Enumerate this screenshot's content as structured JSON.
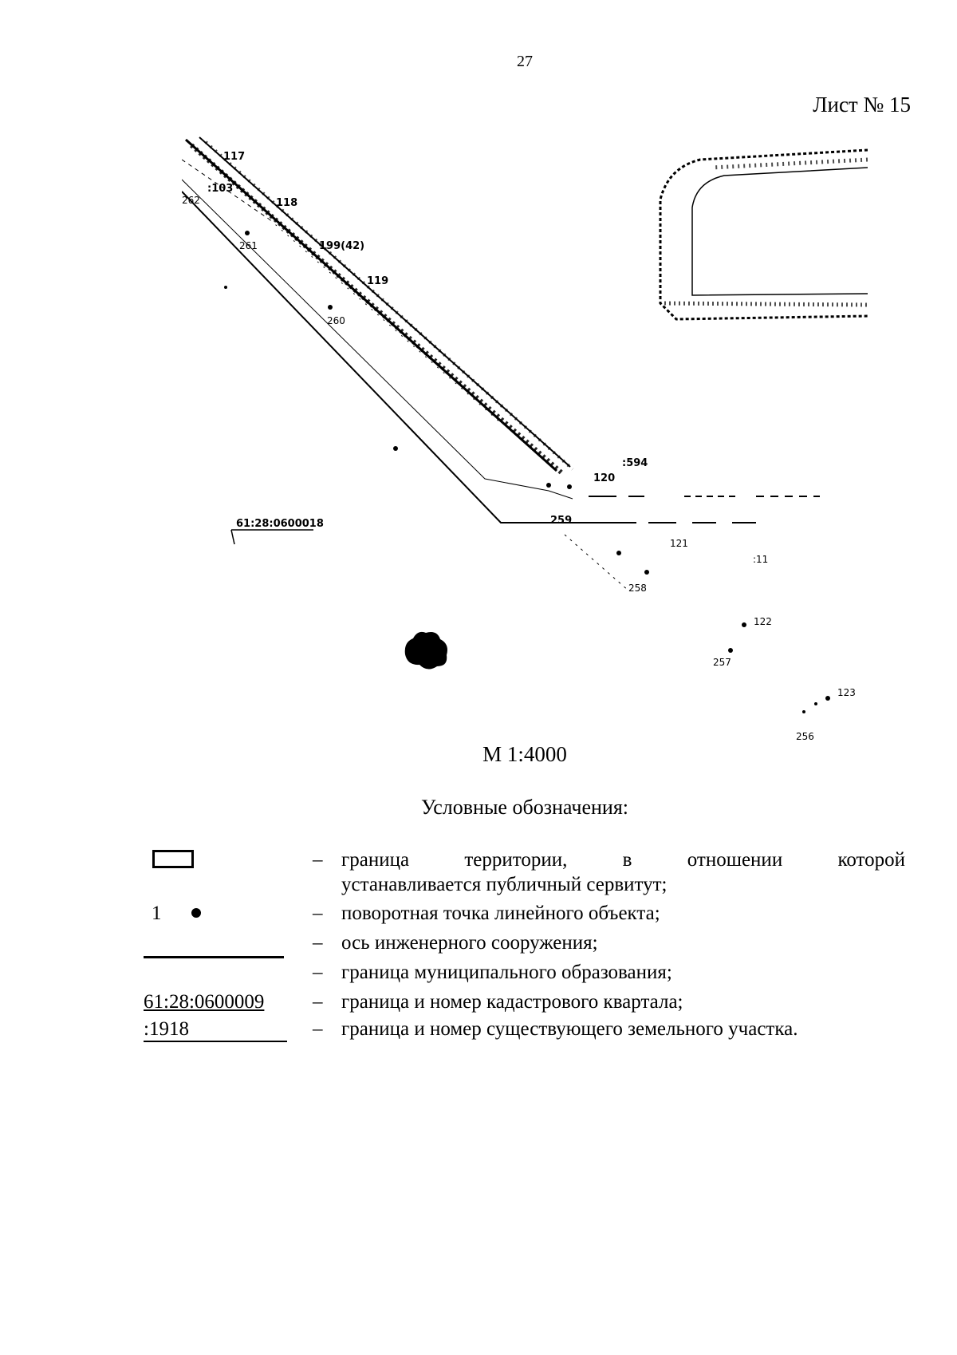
{
  "page_number": "27",
  "sheet_label": "Лист № 15",
  "map": {
    "labels": {
      "p117": "117",
      "p118": "118",
      "p119": "119",
      "p120": "120",
      "p121": "121",
      "p122": "122",
      "p123": "123",
      "p256": "256",
      "p257": "257",
      "p258": "258",
      "p259": "259",
      "p260": "260",
      "p261": "261",
      "p262": "262",
      "parcel_199": "199(42)",
      "parcel_594": ":594",
      "parcel_11": ":11",
      "parcel_103": ":103",
      "cadastral_quarter": "61:28:0600018"
    }
  },
  "scale": "М 1:4000",
  "legend": {
    "title": "Условные обозначения:",
    "dash": "–",
    "items": [
      {
        "symbol_text": "",
        "text_line1": "граница территории, в отношении которой",
        "text_line2": "устанавливается публичный сервитут;"
      },
      {
        "symbol_text": "1",
        "text": "поворотная точка линейного объекта;"
      },
      {
        "symbol_text": "",
        "text": "ось инженерного сооружения;"
      },
      {
        "symbol_text": "",
        "text": "граница муниципального образования;"
      },
      {
        "symbol_text": "61:28:0600009",
        "text": "граница и номер кадастрового квартала;"
      },
      {
        "symbol_text": ":1918",
        "text": "граница и номер существующего земельного участка."
      }
    ]
  }
}
